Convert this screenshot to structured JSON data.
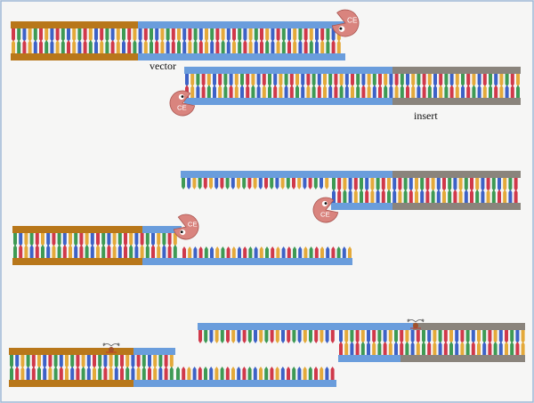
{
  "labels": {
    "vector": "vector",
    "insert": "insert",
    "enzyme": "CE"
  },
  "colors": {
    "vector_backbone": "#b8771a",
    "insert_backbone": "#8a847c",
    "new_strand": "#6a9ddc",
    "base_red": "#d0394a",
    "base_green": "#3e9a54",
    "base_blue": "#3d62c6",
    "base_yellow": "#e4a93a",
    "enzyme_body": "#d9847e",
    "border": "#9fb8d6"
  },
  "icons": [
    "exonuclease-pacman-icon",
    "ligase-fragment-icon"
  ]
}
